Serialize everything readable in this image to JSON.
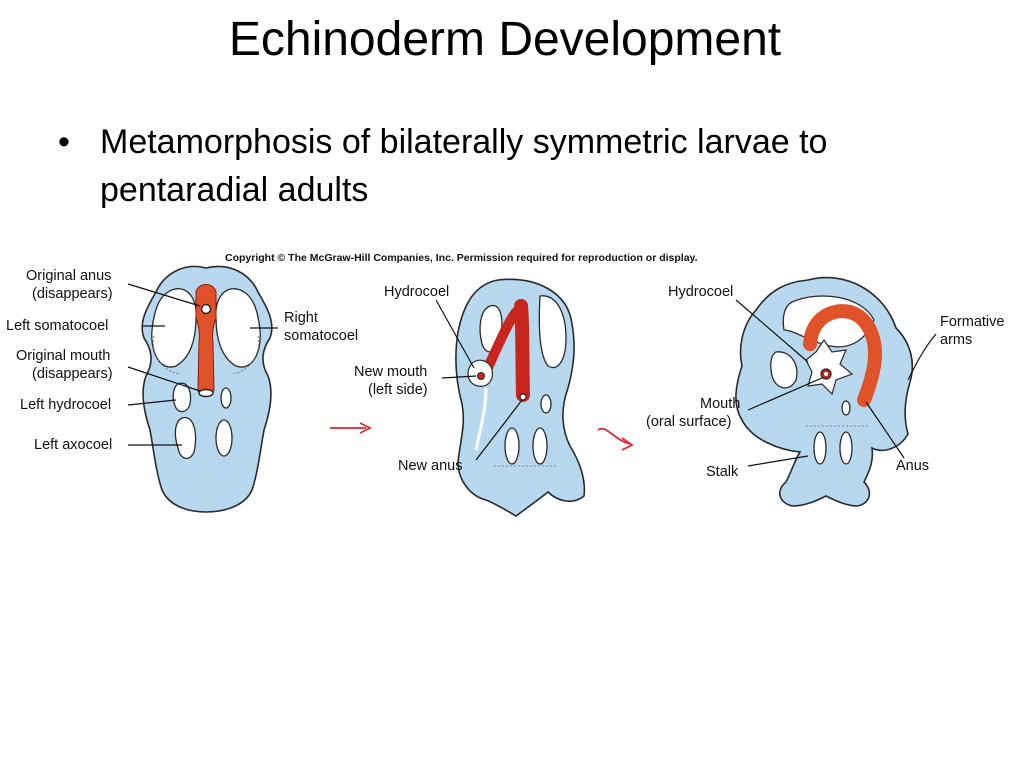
{
  "slide": {
    "title": "Echinoderm Development",
    "bullet": "Metamorphosis of bilaterally symmetric larvae to pentaradial adults",
    "bullet_symbol": "•"
  },
  "figure": {
    "copyright": "Copyright © The McGraw-Hill Companies, Inc. Permission required for reproduction or display.",
    "stage1": {
      "labels": {
        "original_anus_1": "Original anus",
        "original_anus_2": "(disappears)",
        "left_somatocoel": "Left somatocoel",
        "original_mouth_1": "Original mouth",
        "original_mouth_2": "(disappears)",
        "left_hydrocoel": "Left hydrocoel",
        "left_axocoel": "Left axocoel",
        "right_somatocoel_1": "Right",
        "right_somatocoel_2": "somatocoel"
      }
    },
    "stage2": {
      "labels": {
        "hydrocoel": "Hydrocoel",
        "new_mouth_1": "New mouth",
        "new_mouth_2": "(left side)",
        "new_anus": "New anus"
      }
    },
    "stage3": {
      "labels": {
        "hydrocoel": "Hydrocoel",
        "formative_arms_1": "Formative",
        "formative_arms_2": "arms",
        "mouth_1": "Mouth",
        "mouth_2": "(oral surface)",
        "stalk": "Stalk",
        "anus": "Anus"
      }
    },
    "colors": {
      "body": "#b7d8ef",
      "gut_red": "#e0532a",
      "gut_dark_red": "#c8261c",
      "arrow": "#d62a3a"
    }
  }
}
